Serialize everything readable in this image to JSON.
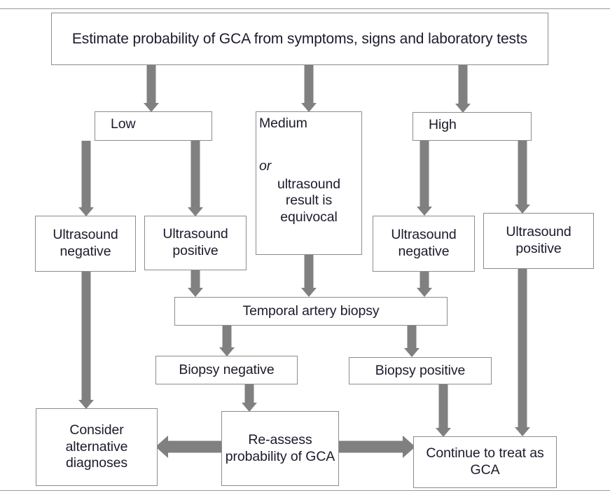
{
  "diagram": {
    "title_node": {
      "id": "estimate-probability",
      "text": "Estimate probability of GCA from symptoms, signs and laboratory tests"
    },
    "risk_levels": [
      {
        "id": "low",
        "label": "Low"
      },
      {
        "id": "medium",
        "label": "Medium",
        "qualifier_italic": "or",
        "qualifier_rest": "ultrasound result is equivocal"
      },
      {
        "id": "high",
        "label": "High"
      }
    ],
    "ultrasound_results": [
      {
        "id": "low-us-negative",
        "text": "Ultrasound negative"
      },
      {
        "id": "low-us-positive",
        "text": "Ultrasound positive"
      },
      {
        "id": "high-us-negative",
        "text": "Ultrasound negative"
      },
      {
        "id": "high-us-positive",
        "text": "Ultrasound positive"
      }
    ],
    "biopsy_node": {
      "id": "temporal-artery-biopsy",
      "text": "Temporal artery biopsy"
    },
    "biopsy_results": [
      {
        "id": "biopsy-negative",
        "text": "Biopsy negative"
      },
      {
        "id": "biopsy-positive",
        "text": "Biopsy positive"
      }
    ],
    "outcomes": [
      {
        "id": "consider-alternative",
        "text": "Consider alternative diagnoses"
      },
      {
        "id": "re-assess",
        "text": "Re-assess probability of GCA"
      },
      {
        "id": "continue-treat",
        "text": "Continue to treat as GCA"
      }
    ],
    "colors": {
      "arrow": "#808080",
      "box_border": "#8c8c8c",
      "text": "#1b1b2b",
      "background": "#ffffff",
      "rule": "#9a9a9a"
    }
  }
}
